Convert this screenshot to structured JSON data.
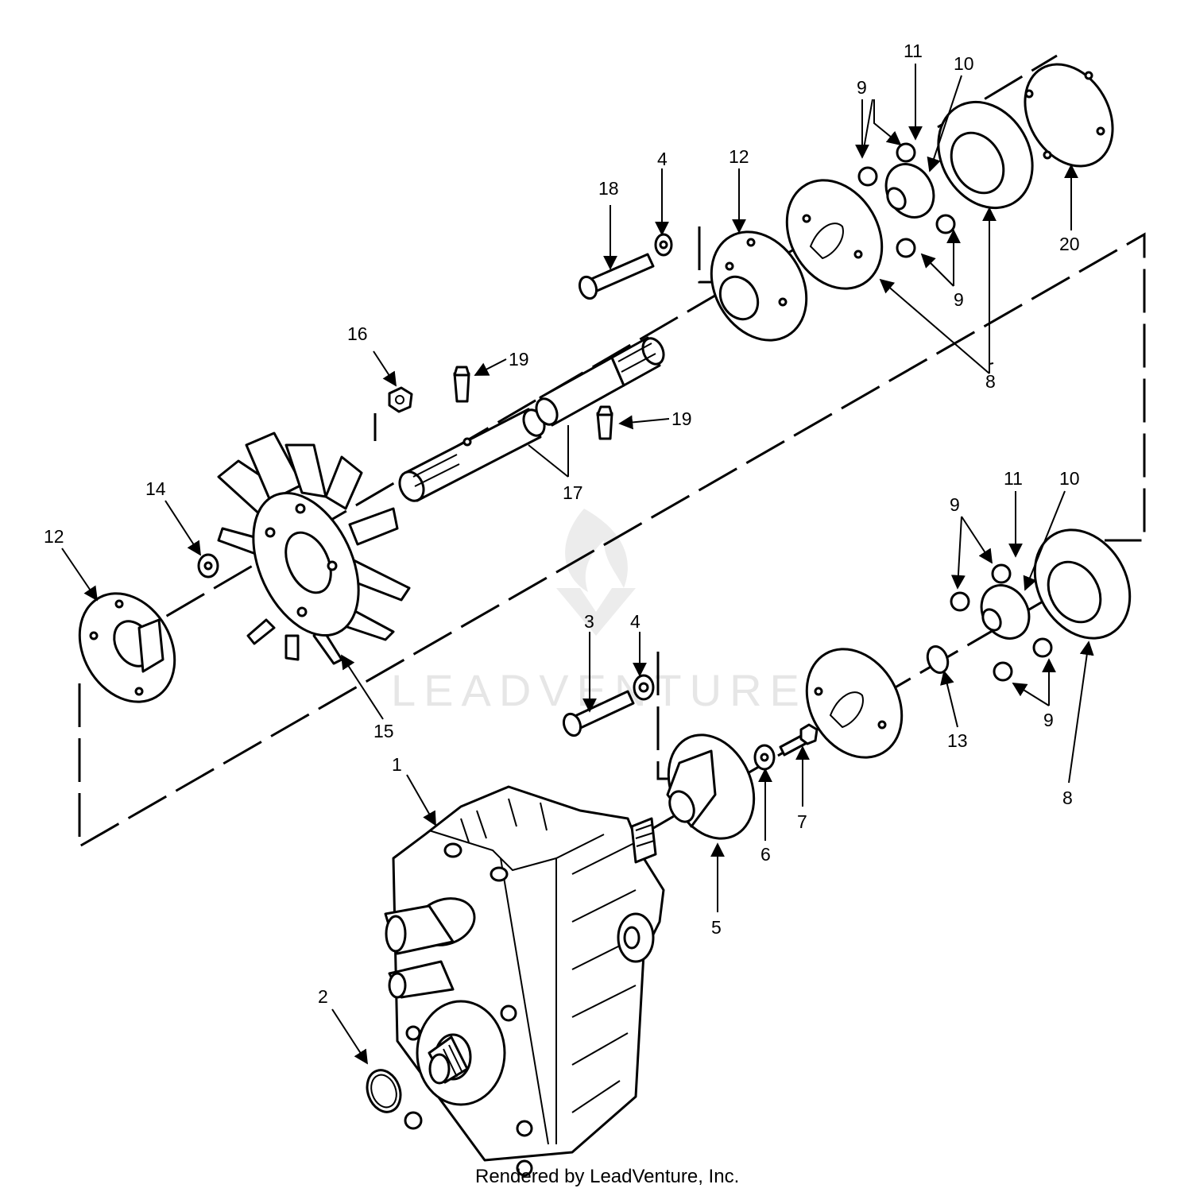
{
  "callouts": [
    "1",
    "2",
    "3",
    "4",
    "5",
    "6",
    "7",
    "8",
    "9",
    "10",
    "11",
    "12",
    "13",
    "14",
    "15",
    "16",
    "17",
    "18",
    "19",
    "20"
  ],
  "watermark": "LEADVENTURE",
  "footer": "Rendered by LeadVenture, Inc.",
  "colors": {
    "line": "#000000",
    "background": "#ffffff",
    "watermark": "#e6e6e6"
  }
}
